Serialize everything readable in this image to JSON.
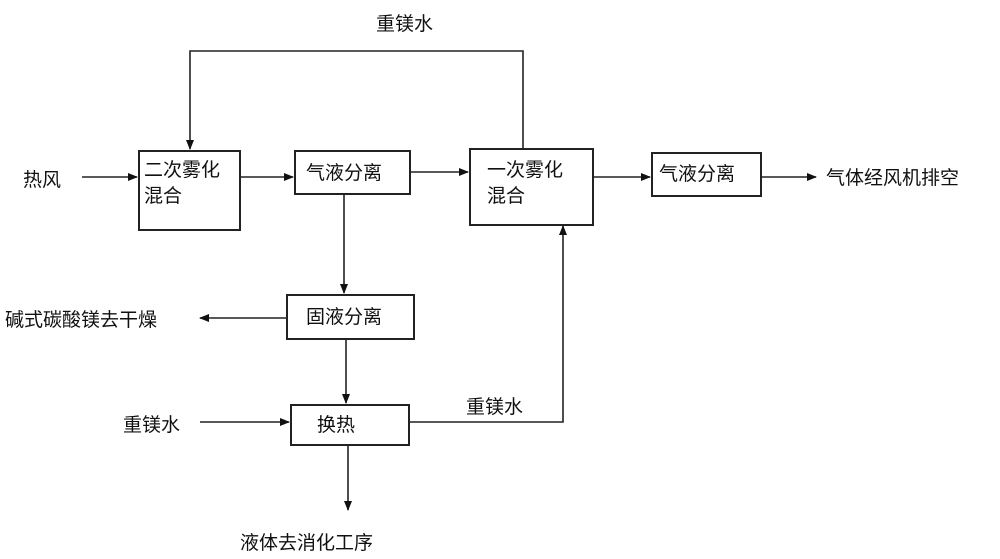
{
  "diagram": {
    "nodes": {
      "secondary_atomization": {
        "line1": "二次雾化",
        "line2": "混合"
      },
      "gas_liquid_sep_1": {
        "label": "气液分离"
      },
      "primary_atomization": {
        "line1": "一次雾化",
        "line2": "混合"
      },
      "gas_liquid_sep_2": {
        "label": "气液分离"
      },
      "solid_liquid_sep": {
        "label": "固液分离"
      },
      "heat_exchange": {
        "label": "换热"
      }
    },
    "labels": {
      "hot_air": "热风",
      "heavy_mg_water_top": "重镁水",
      "gas_exhaust": "气体经风机排空",
      "basic_mgco3_drying": "碱式碳酸镁去干燥",
      "heavy_mg_water_in": "重镁水",
      "heavy_mg_water_return": "重镁水",
      "liquid_to_digestion": "液体去消化工序"
    },
    "edges": [
      {
        "from": "热风",
        "to": "二次雾化混合"
      },
      {
        "from": "二次雾化混合",
        "to": "气液分离"
      },
      {
        "from": "气液分离",
        "to": "一次雾化混合"
      },
      {
        "from": "一次雾化混合",
        "to": "气液分离(2)"
      },
      {
        "from": "气液分离(2)",
        "to": "气体经风机排空"
      },
      {
        "from": "一次雾化混合",
        "to": "二次雾化混合",
        "label": "重镁水"
      },
      {
        "from": "气液分离",
        "to": "固液分离"
      },
      {
        "from": "固液分离",
        "to": "碱式碳酸镁去干燥"
      },
      {
        "from": "固液分离",
        "to": "换热"
      },
      {
        "from": "重镁水",
        "to": "换热"
      },
      {
        "from": "换热",
        "to": "一次雾化混合",
        "label": "重镁水"
      },
      {
        "from": "换热",
        "to": "液体去消化工序"
      }
    ]
  }
}
